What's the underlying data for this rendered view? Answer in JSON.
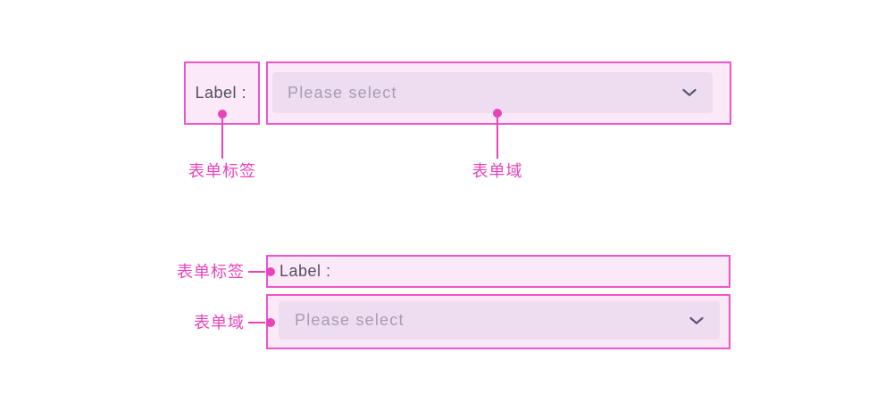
{
  "colors": {
    "accent_magenta": "#e843bb",
    "box_border": "#ee55cc",
    "box_fill": "#fbe9f7",
    "select_fill": "#eeddf1",
    "label_text": "#544e60",
    "placeholder_text": "#a79cb2",
    "chevron": "#5c5470",
    "page_background": "#ffffff"
  },
  "sections": {
    "horizontal": {
      "label": "Label :",
      "placeholder": "Please select",
      "annotation_label": "表单标签",
      "annotation_field": "表单域"
    },
    "vertical": {
      "label": "Label :",
      "placeholder": "Please select",
      "annotation_label": "表单标签",
      "annotation_field": "表单域"
    }
  }
}
